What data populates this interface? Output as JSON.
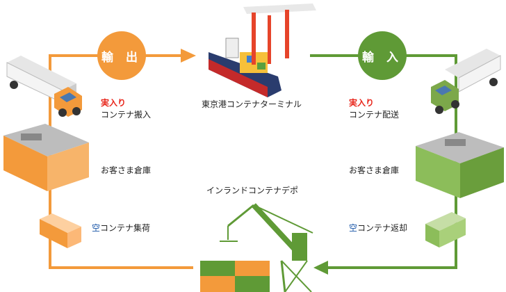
{
  "export": {
    "label": "輸 出",
    "color": "#f39a3b"
  },
  "import": {
    "label": "輸 入",
    "color": "#5f9a36"
  },
  "terminal": {
    "label": "東京港コンテナターミナル"
  },
  "depot": {
    "label": "インランドコンテナデポ"
  },
  "left": {
    "full_tag": "実入り",
    "carry_in": "コンテナ搬入",
    "warehouse": "お客さま倉庫",
    "empty_tag": "空",
    "empty_pickup": "コンテナ集荷"
  },
  "right": {
    "full_tag": "実入り",
    "delivery": "コンテナ配送",
    "warehouse": "お客さま倉庫",
    "empty_tag": "空",
    "empty_return": "コンテナ返却"
  }
}
